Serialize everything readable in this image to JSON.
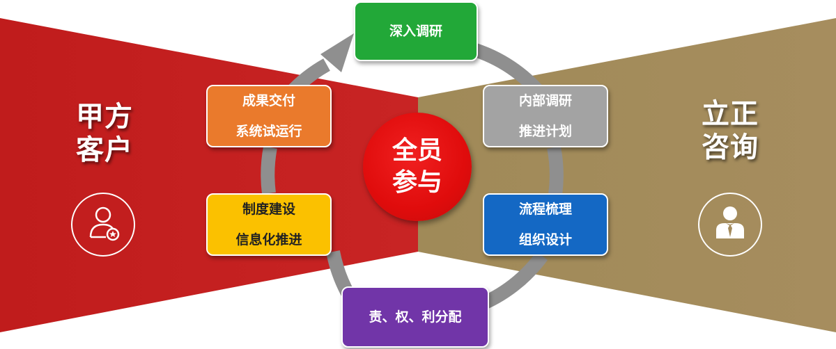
{
  "left_panel": {
    "title_line1": "甲方",
    "title_line2": "客户",
    "icon": "client-person-star-icon",
    "color": "#c3201f"
  },
  "right_panel": {
    "title_line1": "立正",
    "title_line2": "咨询",
    "icon": "consultant-person-tie-icon",
    "color": "#a38a5b"
  },
  "center": {
    "line1": "全员",
    "line2": "参与",
    "color": "#e00c0c"
  },
  "cycle_steps": [
    {
      "line1": "深入调研",
      "line2": "",
      "color": "#22a838"
    },
    {
      "line1": "内部调研",
      "line2": "推进计划",
      "color": "#a3a3a3"
    },
    {
      "line1": "流程梳理",
      "line2": "组织设计",
      "color": "#1468c4"
    },
    {
      "line1": "责、权、利分配",
      "line2": "",
      "color": "#7135a8"
    },
    {
      "line1": "制度建设",
      "line2": "信息化推进",
      "color": "#fbc100"
    },
    {
      "line1": "成果交付",
      "line2": "系统试运行",
      "color": "#ea7a2c"
    }
  ]
}
